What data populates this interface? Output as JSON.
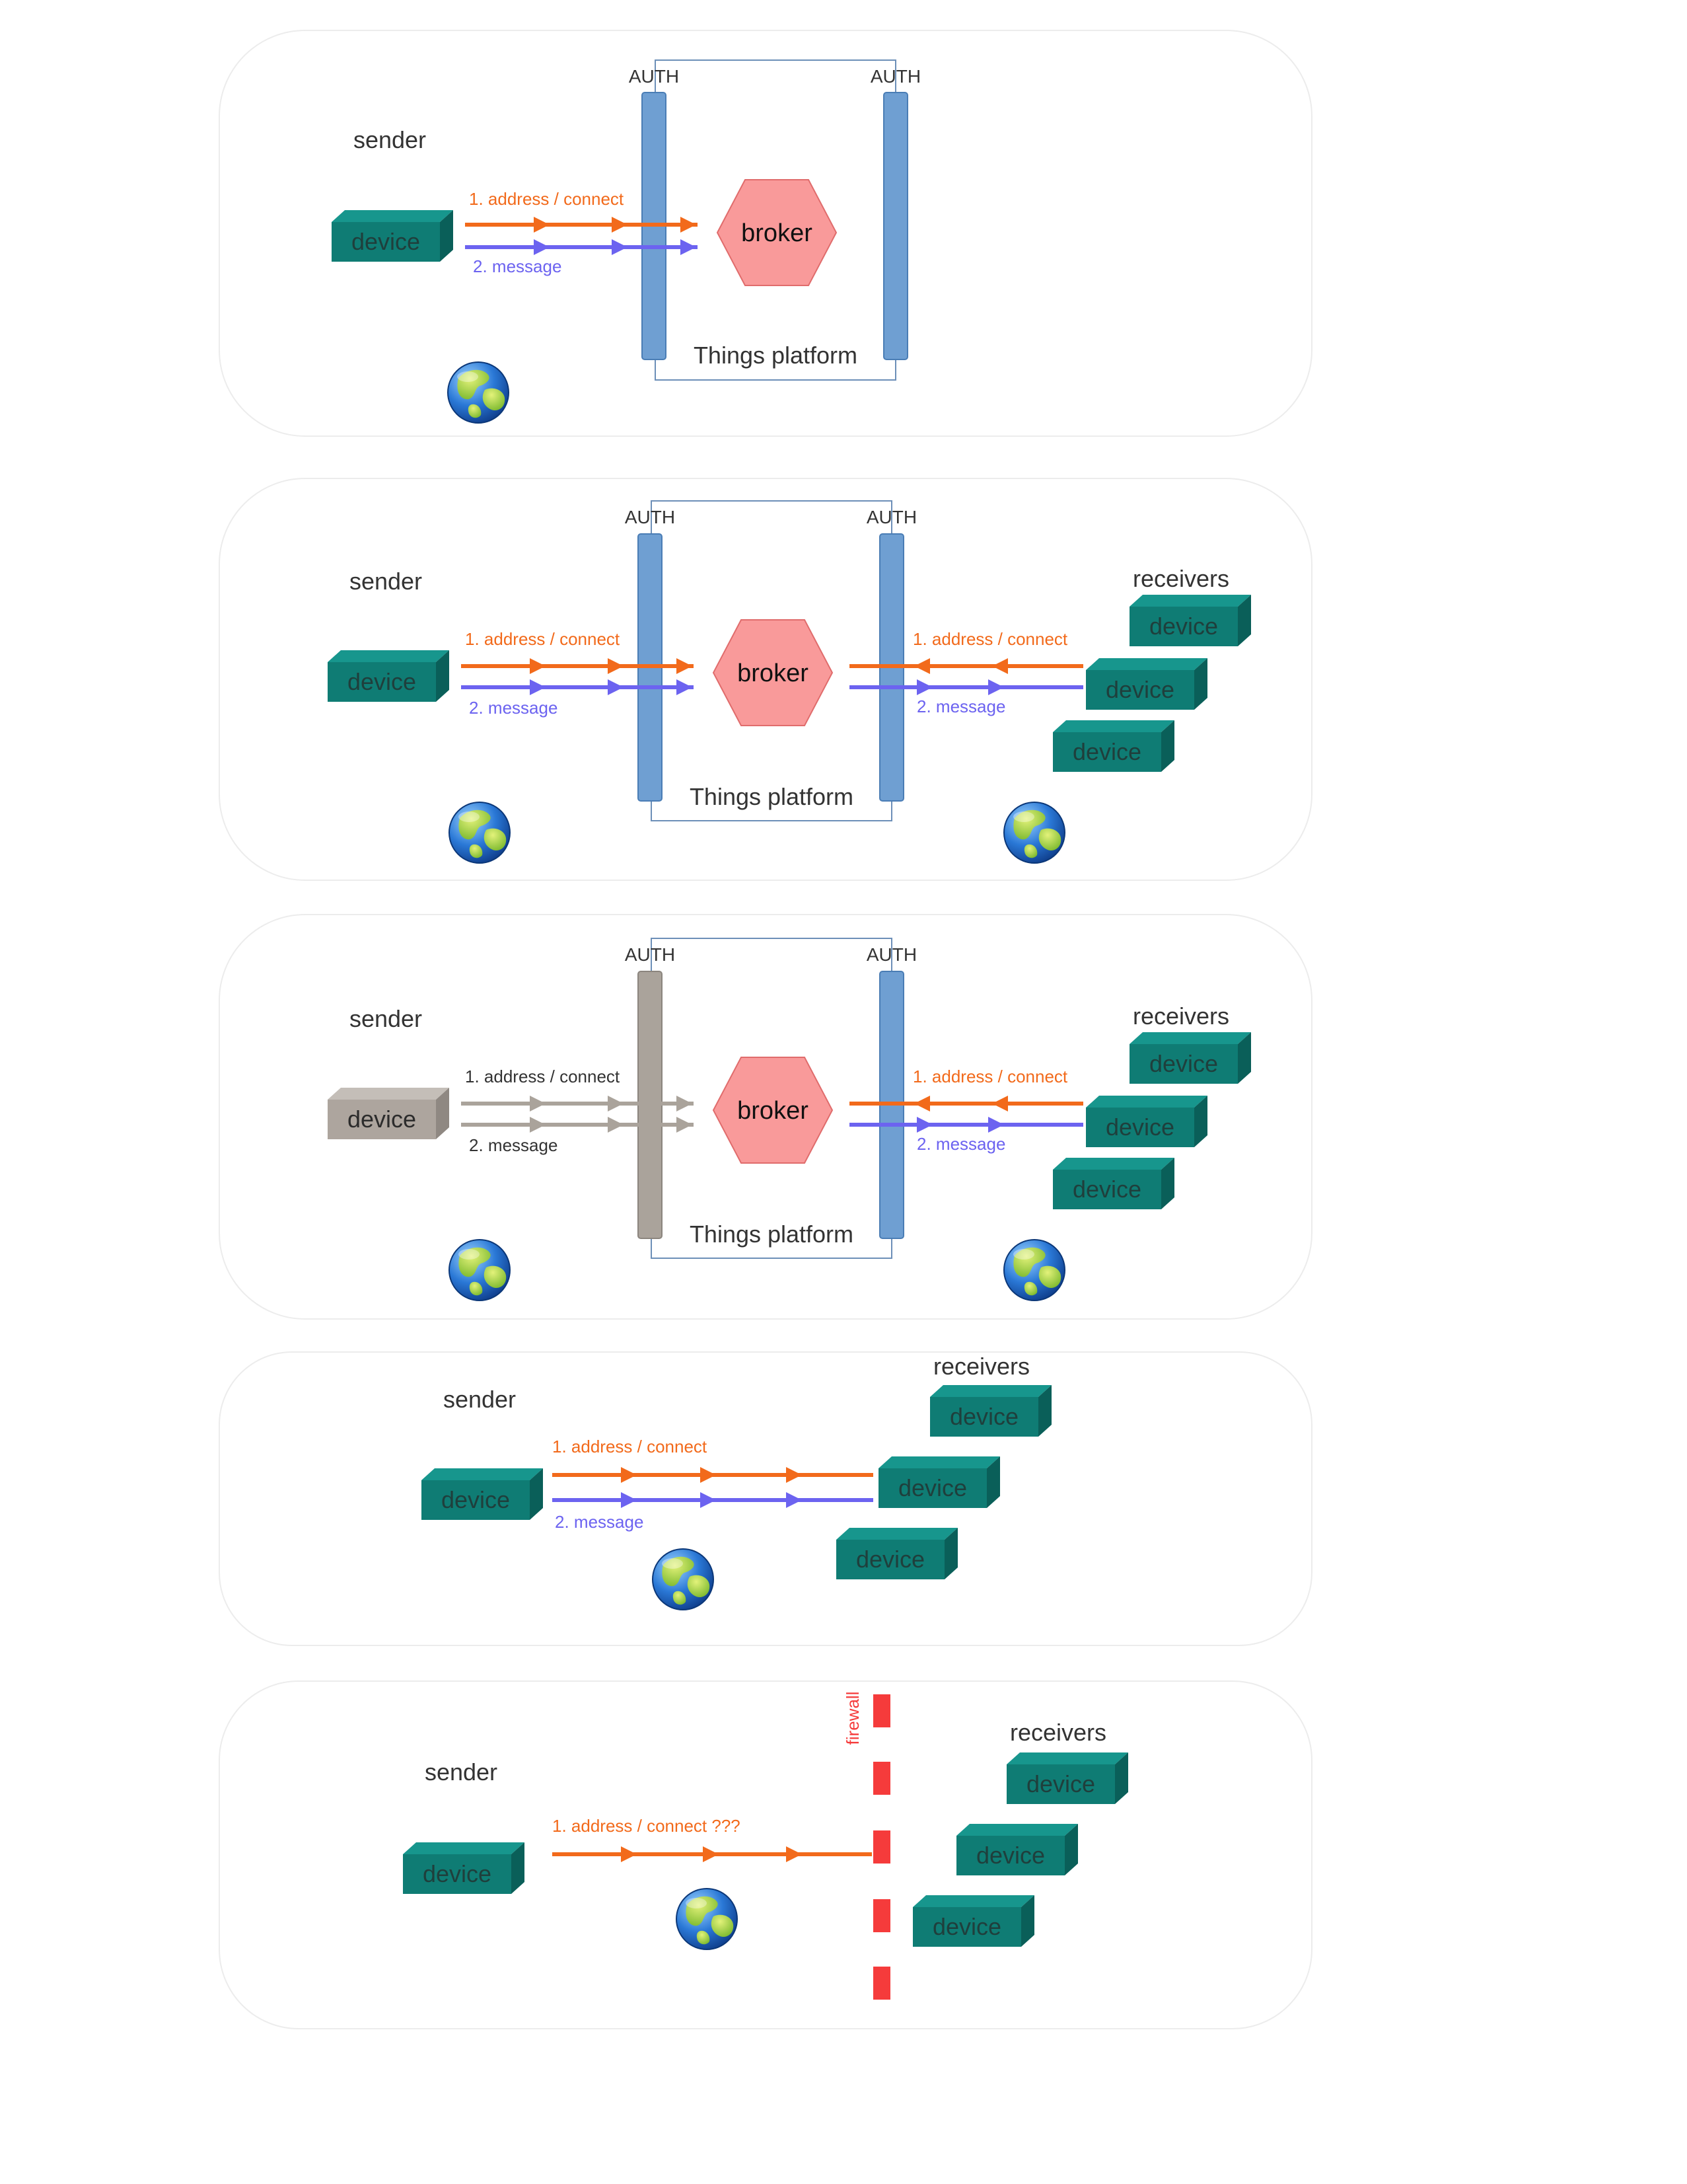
{
  "labels": {
    "sender": "sender",
    "receivers": "receivers",
    "device": "device",
    "broker": "broker",
    "platform": "Things platform",
    "auth": "AUTH",
    "connect": "1. address / connect",
    "message": "2. message",
    "connect_unknown": "1. address / connect ???",
    "firewall": "firewall"
  },
  "colors": {
    "background": "#ffffff",
    "panel_border": "#ececec",
    "device_face": "#0f7c74",
    "device_top": "#17968d",
    "device_side": "#0a5f59",
    "device_text": "#1f3f3c",
    "device_inactive_face": "#ada59e",
    "device_inactive_top": "#c4beb8",
    "device_inactive_side": "#8f8882",
    "device_inactive_text": "#2c2c2c",
    "auth_bar": "#6f9fd2",
    "auth_bar_border": "#4a7db5",
    "auth_bar_inactive": "#aaa39b",
    "auth_bar_inactive_border": "#8b857e",
    "platform_border": "#6c8fb8",
    "broker_fill": "#f99a9a",
    "broker_stroke": "#e06c6c",
    "connect_arrow": "#f26a1b",
    "message_arrow": "#6c63f0",
    "inactive_arrow": "#aaa39b",
    "firewall": "#f53b3b",
    "text": "#333333"
  },
  "icons": {
    "globe": "globe-icon",
    "device": "device-box-icon",
    "broker": "broker-hexagon-icon"
  },
  "panels": [
    {
      "id": "panel-1",
      "has_platform": true,
      "has_receivers": false,
      "sender_active": true,
      "left_auth_active": true,
      "has_firewall": false
    },
    {
      "id": "panel-2",
      "has_platform": true,
      "has_receivers": true,
      "sender_active": true,
      "left_auth_active": true,
      "has_firewall": false
    },
    {
      "id": "panel-3",
      "has_platform": true,
      "has_receivers": true,
      "sender_active": false,
      "left_auth_active": false,
      "has_firewall": false
    },
    {
      "id": "panel-4",
      "has_platform": false,
      "has_receivers": true,
      "sender_active": true,
      "has_firewall": false
    },
    {
      "id": "panel-5",
      "has_platform": false,
      "has_receivers": true,
      "sender_active": true,
      "has_firewall": true,
      "message_shown": false
    }
  ]
}
